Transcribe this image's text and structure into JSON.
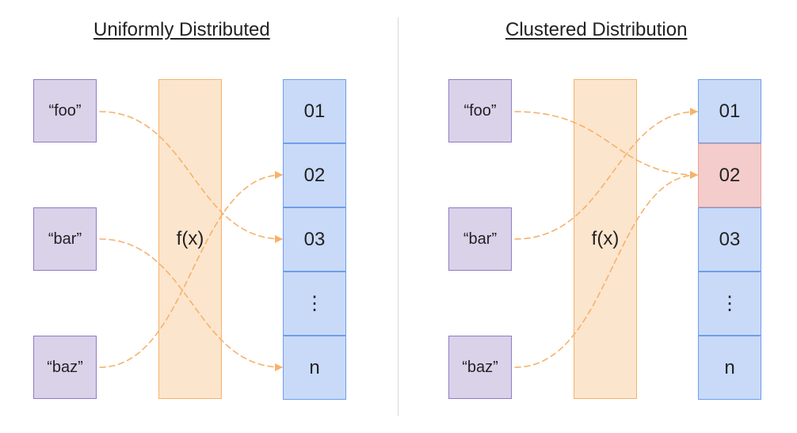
{
  "left": {
    "title": "Uniformly Distributed",
    "keys": [
      "“foo”",
      "“bar”",
      "“baz”"
    ],
    "function_label": "f(x)",
    "buckets": [
      "01",
      "02",
      "03",
      "⋮",
      "n"
    ]
  },
  "right": {
    "title": "Clustered Distribution",
    "keys": [
      "“foo”",
      "“bar”",
      "“baz”"
    ],
    "function_label": "f(x)",
    "buckets": [
      "01",
      "02",
      "03",
      "⋮",
      "n"
    ]
  },
  "colors": {
    "key_fill": "#d9d2e9",
    "key_border": "#8e7cc3",
    "function_fill": "#fce5cd",
    "function_border": "#f6b26b",
    "bucket_fill": "#c9daf8",
    "bucket_border": "#6d9eeb",
    "collision_fill": "#f4cccc",
    "arrow": "#f6b26b"
  }
}
